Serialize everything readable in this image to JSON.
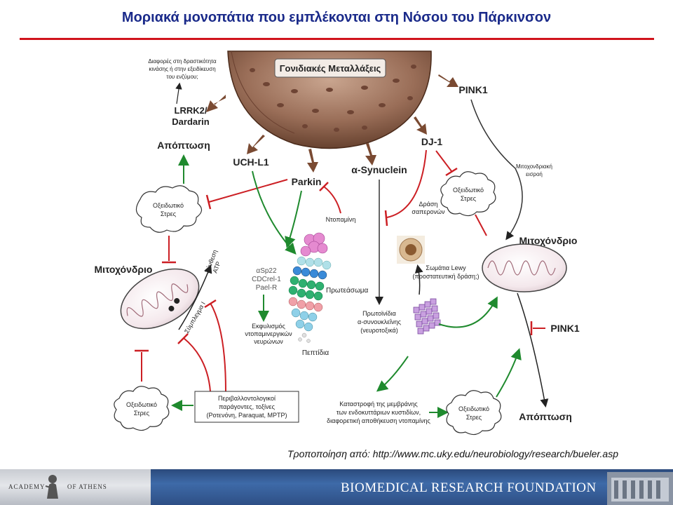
{
  "slide": {
    "title": "Μοριακά μονοπάτια που εμπλέκονται στη Νόσου του Πάρκινσον",
    "source": "Τροποποίηση από: http://www.mc.uky.edu/neurobiology/research/bueler.asp"
  },
  "diagram": {
    "gene_mutations": "Γονιδιακές Μεταλλάξεις",
    "kinase_note": [
      "Διαφορές στη δραστικότητα",
      "κινάσης ή στην εξειδίκευση",
      "του ενζύμου;"
    ],
    "lrrk2": [
      "LRRK2/",
      "Dardarin"
    ],
    "apoptosis_top": "Απόπτωση",
    "uchl1": "UCH-L1",
    "parkin": "Parkin",
    "synuclein": "α-Synuclein",
    "dj1": "DJ-1",
    "pink1_top": "PINK1",
    "mito_import": [
      "Μιτοχονδριακή",
      "εισροή"
    ],
    "ox_stress_left": [
      "Οξειδωτικό",
      "Στρες"
    ],
    "ox_stress_right": [
      "Οξειδωτικό",
      "Στρες"
    ],
    "ox_stress_bottom_left": [
      "Οξειδωτικό",
      "Στρες"
    ],
    "ox_stress_bottom_right": [
      "Οξειδωτικό",
      "Στρες"
    ],
    "dopamine": "Ντοπαμίνη",
    "chaperone": [
      "Δράση",
      "σαπερονών"
    ],
    "mito_left": "Μιτοχόνδριο",
    "mito_right": "Μιτοχόνδριο",
    "atp": [
      "Σύνθεση",
      "ATP"
    ],
    "complex1": "Σύμπλεγμα Ι",
    "substrates": [
      "αSp22",
      "CDCrel-1",
      "Pael-R"
    ],
    "proteasome": "Πρωτεάσωμα",
    "peptides": "Πεπτίδια",
    "accumulation": [
      "Εκφυλισμός",
      "ντοπαμινεργικών",
      "νευρώνων"
    ],
    "lewy": [
      "Σωμάτια Lewy",
      "(προστατευτική δράση;)"
    ],
    "protofibrils": [
      "Πρωτοϊνίδια",
      "α-συνουκλεΐνης",
      "(νευροτοξικά)"
    ],
    "pink1_mid": "PINK1",
    "environment": [
      "Περιβαλλοντολογικοί",
      "παράγοντες, τοξίνες",
      "(Ροτενόνη, Paraquat, MPTP)"
    ],
    "membrane": [
      "Καταστροφή της μεμβράνης",
      "των ενδοκυττάριων κυστιδίων,",
      "διαφορετική αποθήκευση ντοπαμίνης"
    ],
    "apoptosis_bottom": "Απόπτωση"
  },
  "footer": {
    "academy_left": "ACADEMY",
    "academy_right": "OF ATHENS",
    "foundation": "BIOMEDICAL RESEARCH FOUNDATION"
  },
  "colors": {
    "green": "#1f8a2e",
    "red": "#cc1f24",
    "brown": "#7a4a32",
    "title": "#1a2a8a",
    "rule": "#d0141c"
  }
}
